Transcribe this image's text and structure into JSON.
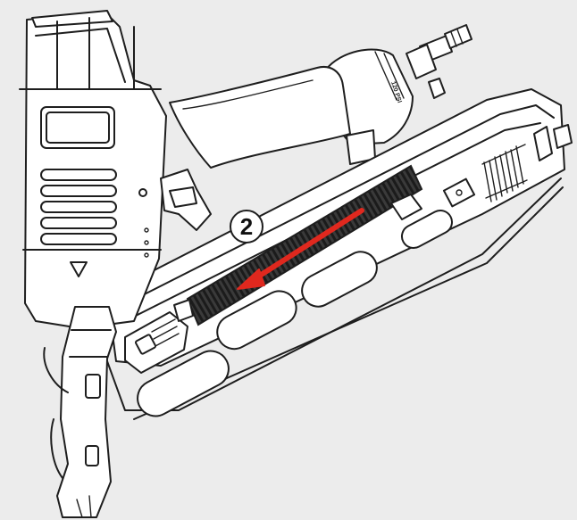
{
  "callout": {
    "step_number": "2"
  },
  "engraving": {
    "pressure_text": "120 PSI"
  },
  "colors": {
    "background": "#ececec",
    "line": "#1e1e1e",
    "arrow": "#e0281e",
    "carbon_dark": "#1b1b1b",
    "carbon_light": "#3a3a3a"
  },
  "icons": {
    "direction_arrow": "left-down-arrow",
    "magazine_indicator": "down-triangle"
  }
}
